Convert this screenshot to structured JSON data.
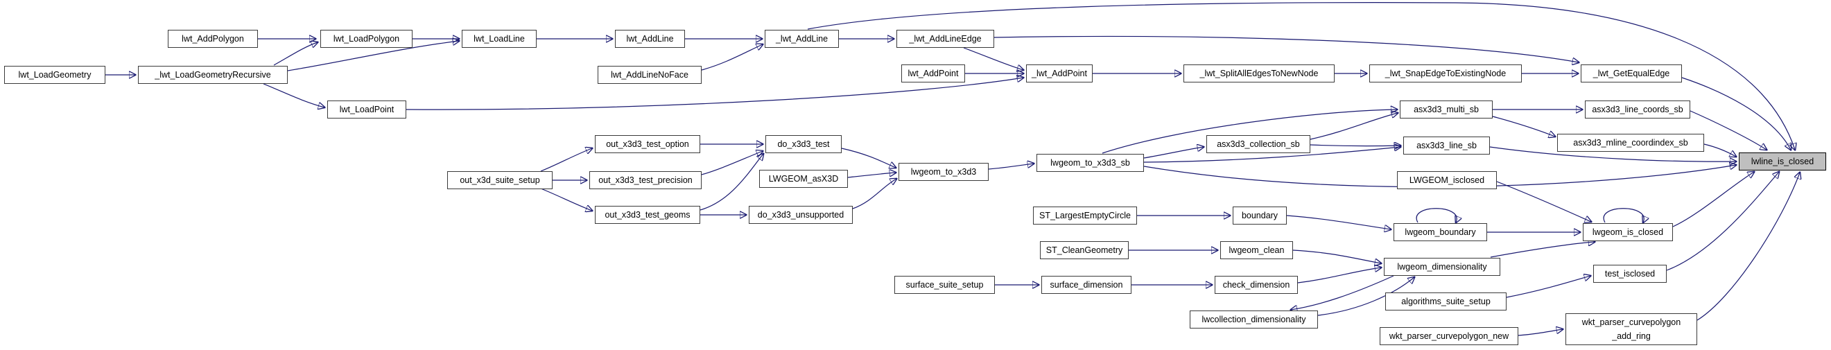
{
  "diagram": {
    "kind": "doxygen-caller-graph",
    "target_function": "lwline_is_closed",
    "colors": {
      "edge": "#191970",
      "node_border": "#3a3a3a",
      "node_fill": "#ffffff",
      "target_fill": "#bfbfbf",
      "text": "#000000"
    }
  },
  "nodes": {
    "lwt_LoadGeometry": "lwt_LoadGeometry",
    "_lwt_LoadGeometryRecursive": "_lwt_LoadGeometryRecursive",
    "lwt_AddPolygon": "lwt_AddPolygon",
    "lwt_LoadPolygon": "lwt_LoadPolygon",
    "lwt_LoadLine": "lwt_LoadLine",
    "lwt_AddLine": "lwt_AddLine",
    "lwt_AddLineNoFace": "lwt_AddLineNoFace",
    "_lwt_AddLine": "_lwt_AddLine",
    "_lwt_AddLineEdge": "_lwt_AddLineEdge",
    "lwt_LoadPoint": "lwt_LoadPoint",
    "lwt_AddPoint": "lwt_AddPoint",
    "_lwt_AddPoint": "_lwt_AddPoint",
    "_lwt_SplitAllEdgesToNewNode": "_lwt_SplitAllEdgesToNewNode",
    "_lwt_SnapEdgeToExistingNode": "_lwt_SnapEdgeToExistingNode",
    "_lwt_GetEqualEdge": "_lwt_GetEqualEdge",
    "out_x3d_suite_setup": "out_x3d_suite_setup",
    "out_x3d3_test_option": "out_x3d3_test_option",
    "out_x3d3_test_precision": "out_x3d3_test_precision",
    "out_x3d3_test_geoms": "out_x3d3_test_geoms",
    "do_x3d3_test": "do_x3d3_test",
    "LWGEOM_asX3D": "LWGEOM_asX3D",
    "do_x3d3_unsupported": "do_x3d3_unsupported",
    "lwgeom_to_x3d3": "lwgeom_to_x3d3",
    "lwgeom_to_x3d3_sb": "lwgeom_to_x3d3_sb",
    "asx3d3_collection_sb": "asx3d3_collection_sb",
    "asx3d3_multi_sb": "asx3d3_multi_sb",
    "asx3d3_line_coords_sb": "asx3d3_line_coords_sb",
    "asx3d3_line_sb": "asx3d3_line_sb",
    "asx3d3_mline_coordindex_sb": "asx3d3_mline_coordindex_sb",
    "LWGEOM_isclosed": "LWGEOM_isclosed",
    "ST_LargestEmptyCircle": "ST_LargestEmptyCircle",
    "boundary": "boundary",
    "lwgeom_boundary": "lwgeom_boundary",
    "lwgeom_is_closed": "lwgeom_is_closed",
    "ST_CleanGeometry": "ST_CleanGeometry",
    "lwgeom_clean": "lwgeom_clean",
    "surface_suite_setup": "surface_suite_setup",
    "surface_dimension": "surface_dimension",
    "check_dimension": "check_dimension",
    "lwgeom_dimensionality": "lwgeom_dimensionality",
    "lwcollection_dimensionality": "lwcollection_dimensionality",
    "algorithms_suite_setup": "algorithms_suite_setup",
    "test_isclosed": "test_isclosed",
    "wkt_parser_curvepolygon_new": "wkt_parser_curvepolygon_new",
    "wkt_parser_curvepolygon_add_ring": "wkt_parser_curvepolygon _add_ring",
    "lwline_is_closed": "lwline_is_closed"
  },
  "edges": [
    {
      "from": "lwt_AddPolygon",
      "to": "lwt_LoadPolygon"
    },
    {
      "from": "lwt_LoadGeometry",
      "to": "_lwt_LoadGeometryRecursive"
    },
    {
      "from": "_lwt_LoadGeometryRecursive",
      "to": "lwt_LoadPolygon"
    },
    {
      "from": "_lwt_LoadGeometryRecursive",
      "to": "lwt_LoadLine"
    },
    {
      "from": "_lwt_LoadGeometryRecursive",
      "to": "lwt_LoadPoint"
    },
    {
      "from": "lwt_LoadPolygon",
      "to": "lwt_LoadLine"
    },
    {
      "from": "lwt_LoadLine",
      "to": "lwt_AddLine"
    },
    {
      "from": "lwt_AddLine",
      "to": "_lwt_AddLine"
    },
    {
      "from": "lwt_AddLineNoFace",
      "to": "_lwt_AddLine"
    },
    {
      "from": "_lwt_AddLine",
      "to": "_lwt_AddLineEdge"
    },
    {
      "from": "_lwt_AddLine",
      "to": "lwline_is_closed"
    },
    {
      "from": "_lwt_AddLineEdge",
      "to": "_lwt_AddPoint"
    },
    {
      "from": "_lwt_AddLineEdge",
      "to": "_lwt_GetEqualEdge"
    },
    {
      "from": "lwt_AddPoint",
      "to": "_lwt_AddPoint"
    },
    {
      "from": "lwt_LoadPoint",
      "to": "_lwt_AddPoint"
    },
    {
      "from": "_lwt_AddPoint",
      "to": "_lwt_SplitAllEdgesToNewNode"
    },
    {
      "from": "_lwt_SplitAllEdgesToNewNode",
      "to": "_lwt_SnapEdgeToExistingNode"
    },
    {
      "from": "_lwt_SnapEdgeToExistingNode",
      "to": "_lwt_GetEqualEdge"
    },
    {
      "from": "_lwt_GetEqualEdge",
      "to": "lwline_is_closed"
    },
    {
      "from": "out_x3d_suite_setup",
      "to": "out_x3d3_test_option"
    },
    {
      "from": "out_x3d_suite_setup",
      "to": "out_x3d3_test_precision"
    },
    {
      "from": "out_x3d_suite_setup",
      "to": "out_x3d3_test_geoms"
    },
    {
      "from": "out_x3d3_test_option",
      "to": "do_x3d3_test"
    },
    {
      "from": "out_x3d3_test_precision",
      "to": "do_x3d3_test"
    },
    {
      "from": "out_x3d3_test_geoms",
      "to": "do_x3d3_test"
    },
    {
      "from": "out_x3d3_test_geoms",
      "to": "do_x3d3_unsupported"
    },
    {
      "from": "do_x3d3_test",
      "to": "lwgeom_to_x3d3"
    },
    {
      "from": "LWGEOM_asX3D",
      "to": "lwgeom_to_x3d3"
    },
    {
      "from": "do_x3d3_unsupported",
      "to": "lwgeom_to_x3d3"
    },
    {
      "from": "lwgeom_to_x3d3",
      "to": "lwgeom_to_x3d3_sb"
    },
    {
      "from": "lwgeom_to_x3d3_sb",
      "to": "asx3d3_multi_sb"
    },
    {
      "from": "lwgeom_to_x3d3_sb",
      "to": "asx3d3_collection_sb"
    },
    {
      "from": "lwgeom_to_x3d3_sb",
      "to": "asx3d3_line_sb"
    },
    {
      "from": "lwgeom_to_x3d3_sb",
      "to": "lwline_is_closed"
    },
    {
      "from": "asx3d3_collection_sb",
      "to": "asx3d3_multi_sb"
    },
    {
      "from": "asx3d3_collection_sb",
      "to": "asx3d3_line_sb"
    },
    {
      "from": "asx3d3_multi_sb",
      "to": "asx3d3_line_coords_sb"
    },
    {
      "from": "asx3d3_multi_sb",
      "to": "asx3d3_mline_coordindex_sb"
    },
    {
      "from": "asx3d3_line_sb",
      "to": "lwline_is_closed"
    },
    {
      "from": "asx3d3_line_coords_sb",
      "to": "lwline_is_closed"
    },
    {
      "from": "asx3d3_mline_coordindex_sb",
      "to": "lwline_is_closed"
    },
    {
      "from": "LWGEOM_isclosed",
      "to": "lwgeom_is_closed"
    },
    {
      "from": "ST_LargestEmptyCircle",
      "to": "boundary"
    },
    {
      "from": "boundary",
      "to": "lwgeom_boundary"
    },
    {
      "from": "lwgeom_boundary",
      "to": "lwgeom_boundary"
    },
    {
      "from": "lwgeom_boundary",
      "to": "lwgeom_is_closed"
    },
    {
      "from": "lwgeom_is_closed",
      "to": "lwgeom_is_closed"
    },
    {
      "from": "lwgeom_is_closed",
      "to": "lwline_is_closed"
    },
    {
      "from": "ST_CleanGeometry",
      "to": "lwgeom_clean"
    },
    {
      "from": "lwgeom_clean",
      "to": "lwgeom_dimensionality"
    },
    {
      "from": "surface_suite_setup",
      "to": "surface_dimension"
    },
    {
      "from": "surface_dimension",
      "to": "check_dimension"
    },
    {
      "from": "check_dimension",
      "to": "lwgeom_dimensionality"
    },
    {
      "from": "lwgeom_dimensionality",
      "to": "lwgeom_is_closed"
    },
    {
      "from": "lwgeom_dimensionality",
      "to": "lwcollection_dimensionality"
    },
    {
      "from": "lwcollection_dimensionality",
      "to": "lwgeom_dimensionality"
    },
    {
      "from": "algorithms_suite_setup",
      "to": "test_isclosed"
    },
    {
      "from": "test_isclosed",
      "to": "lwline_is_closed"
    },
    {
      "from": "wkt_parser_curvepolygon_new",
      "to": "wkt_parser_curvepolygon_add_ring"
    },
    {
      "from": "wkt_parser_curvepolygon_add_ring",
      "to": "lwline_is_closed"
    }
  ]
}
